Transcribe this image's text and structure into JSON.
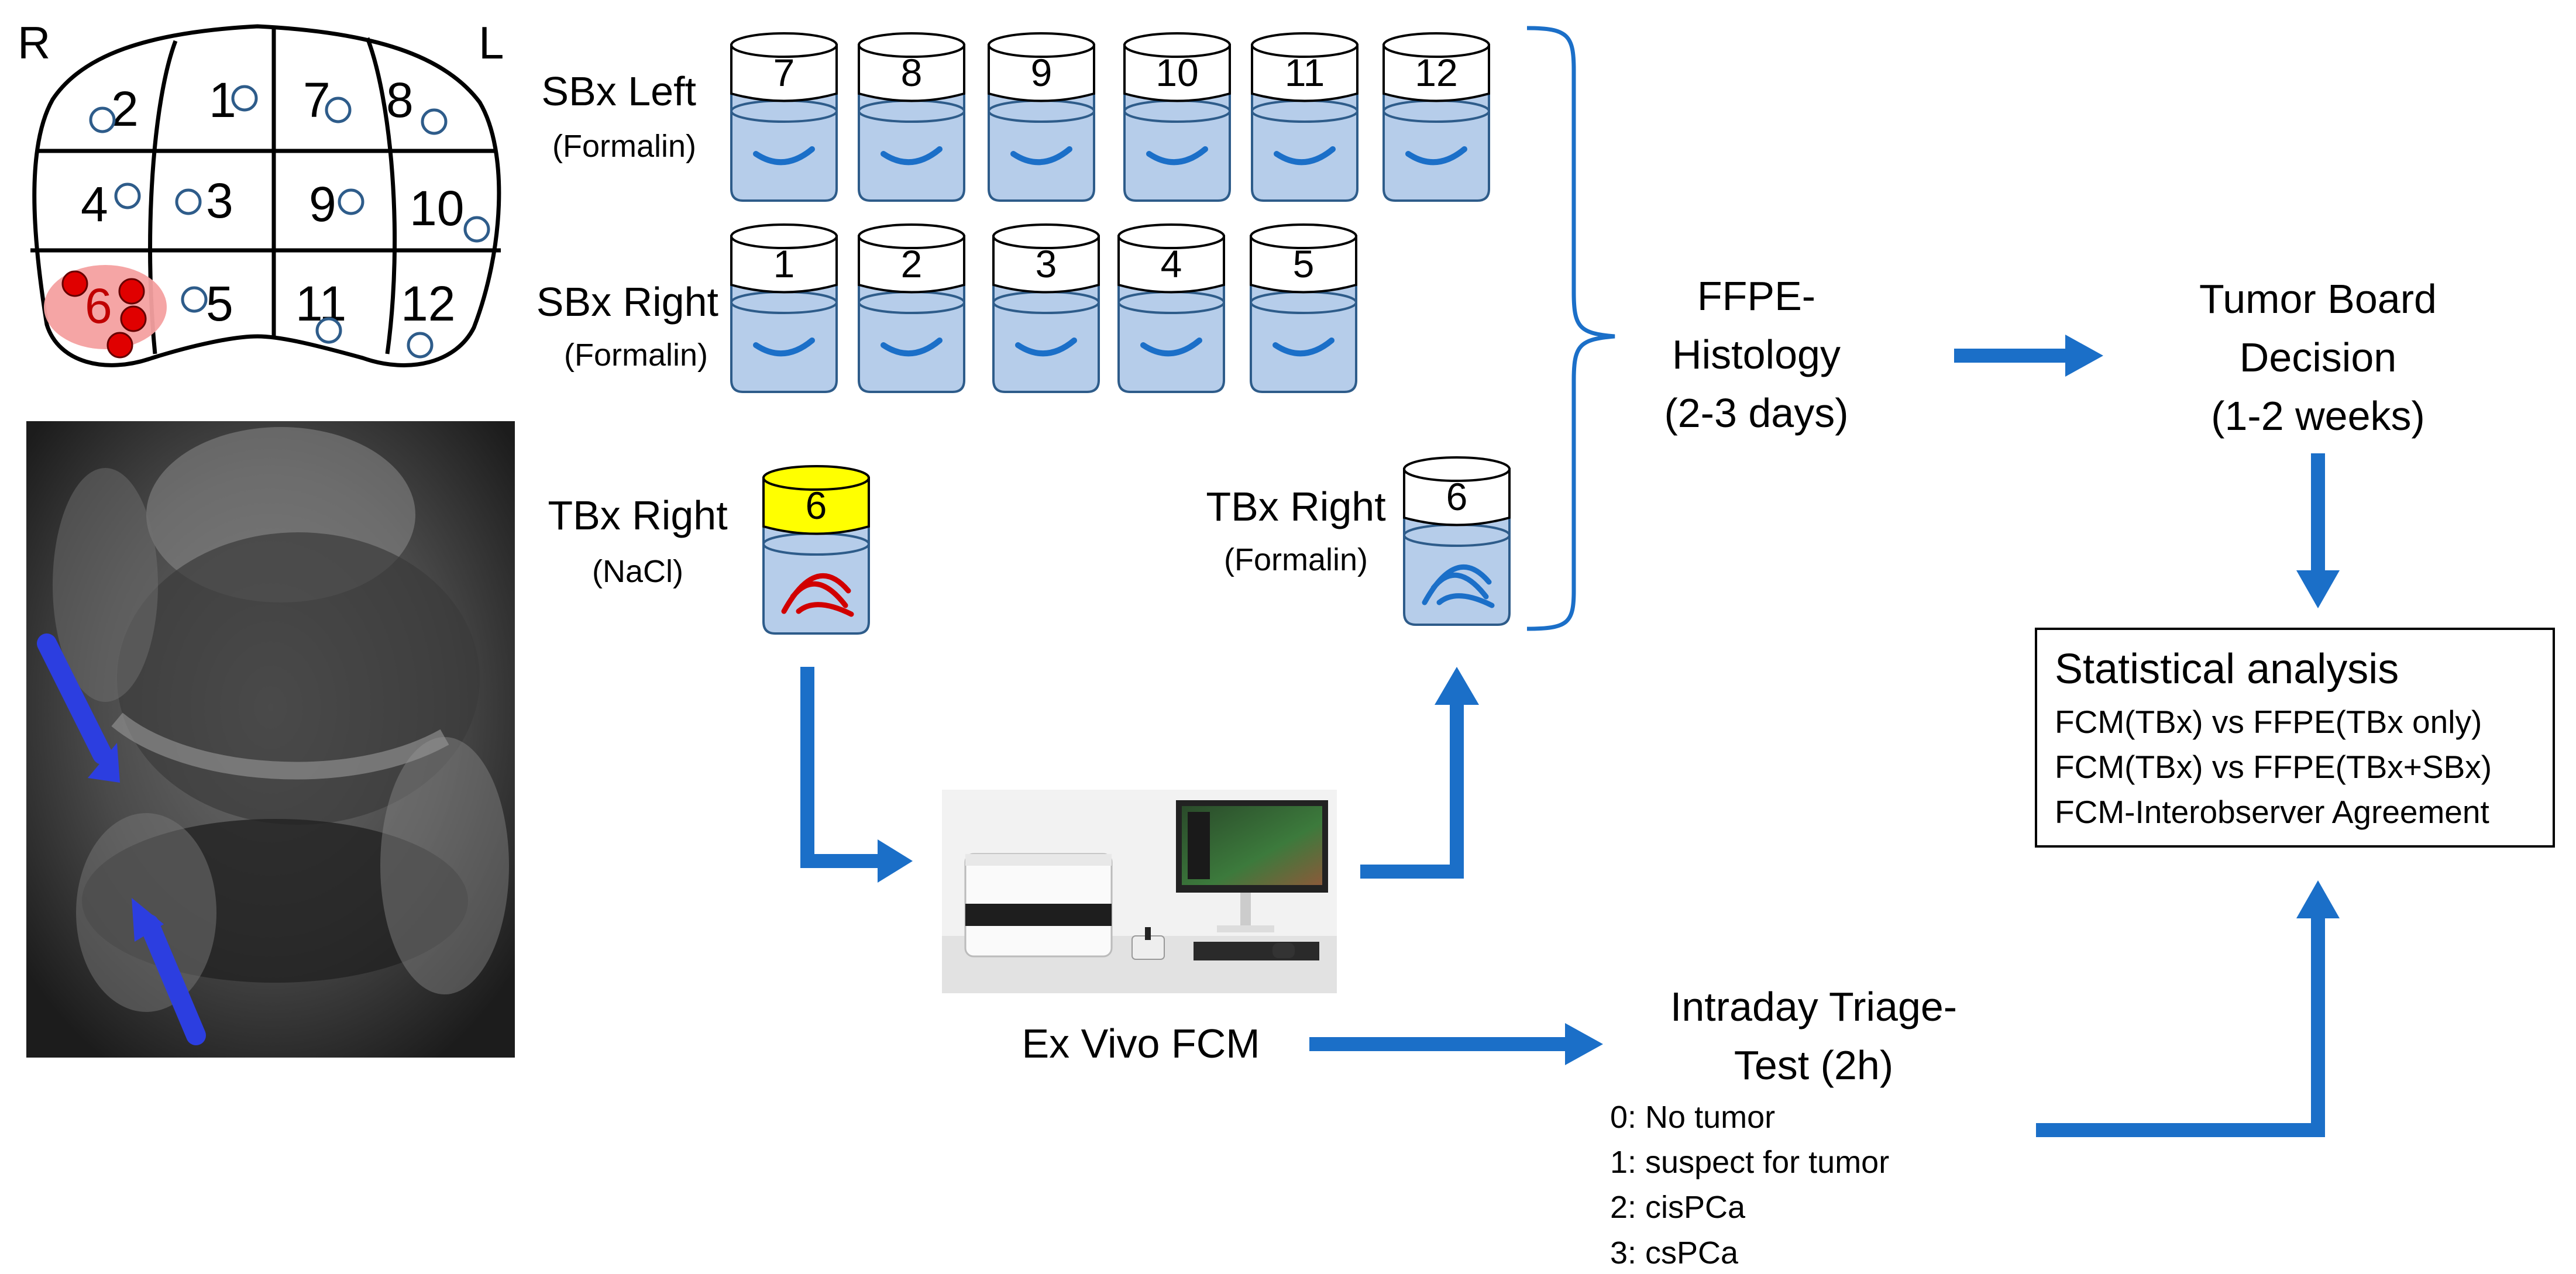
{
  "colors": {
    "arrow": "#1b6fc8",
    "cup_fill": "#b6cdea",
    "cup_stroke": "#2e5c8a",
    "tissue_blue": "#1b6fc8",
    "tissue_red": "#d10000",
    "lid_yellow": "#ffff00",
    "lesion_fill": "#f4a0a0",
    "dot_red": "#e00000",
    "dot_blue": "#2e5c8a",
    "mri_arrow": "#2c3ee0"
  },
  "prostate_map": {
    "side_right": "R",
    "side_left": "L",
    "zones": [
      {
        "id": "2",
        "label": "2"
      },
      {
        "id": "1",
        "label": "1"
      },
      {
        "id": "7",
        "label": "7"
      },
      {
        "id": "8",
        "label": "8"
      },
      {
        "id": "4",
        "label": "4"
      },
      {
        "id": "3",
        "label": "3"
      },
      {
        "id": "9",
        "label": "9"
      },
      {
        "id": "10",
        "label": "10"
      },
      {
        "id": "6",
        "label": "6"
      },
      {
        "id": "5",
        "label": "5"
      },
      {
        "id": "11",
        "label": "11"
      },
      {
        "id": "12",
        "label": "12"
      }
    ]
  },
  "groups": {
    "sbx_left": {
      "title": "SBx Left",
      "medium": "(Formalin)",
      "cups": [
        "7",
        "8",
        "9",
        "10",
        "11",
        "12"
      ]
    },
    "sbx_right": {
      "title": "SBx Right",
      "medium": "(Formalin)",
      "cups": [
        "1",
        "2",
        "3",
        "4",
        "5"
      ]
    },
    "tbx_nacl": {
      "title": "TBx Right",
      "medium": "(NaCl)",
      "cup": "6"
    },
    "tbx_formalin": {
      "title": "TBx Right",
      "medium": "(Formalin)",
      "cup": "6"
    }
  },
  "ffpe": {
    "lines": [
      "FFPE-",
      "Histology",
      "(2-3 days)"
    ]
  },
  "tumor_board": {
    "lines": [
      "Tumor Board",
      "Decision",
      "(1-2 weeks)"
    ]
  },
  "statistics": {
    "title": "Statistical analysis",
    "lines": [
      "FCM(TBx) vs FFPE(TBx only)",
      "FCM(TBx) vs FFPE(TBx+SBx)",
      "FCM-Interobserver Agreement"
    ]
  },
  "fcm": {
    "label": "Ex Vivo FCM"
  },
  "triage": {
    "lines": [
      "Intraday Triage-",
      "Test (2h)"
    ],
    "categories": [
      "0: No tumor",
      "1: suspect for tumor",
      "2: cisPCa",
      "3: csPCa"
    ]
  }
}
